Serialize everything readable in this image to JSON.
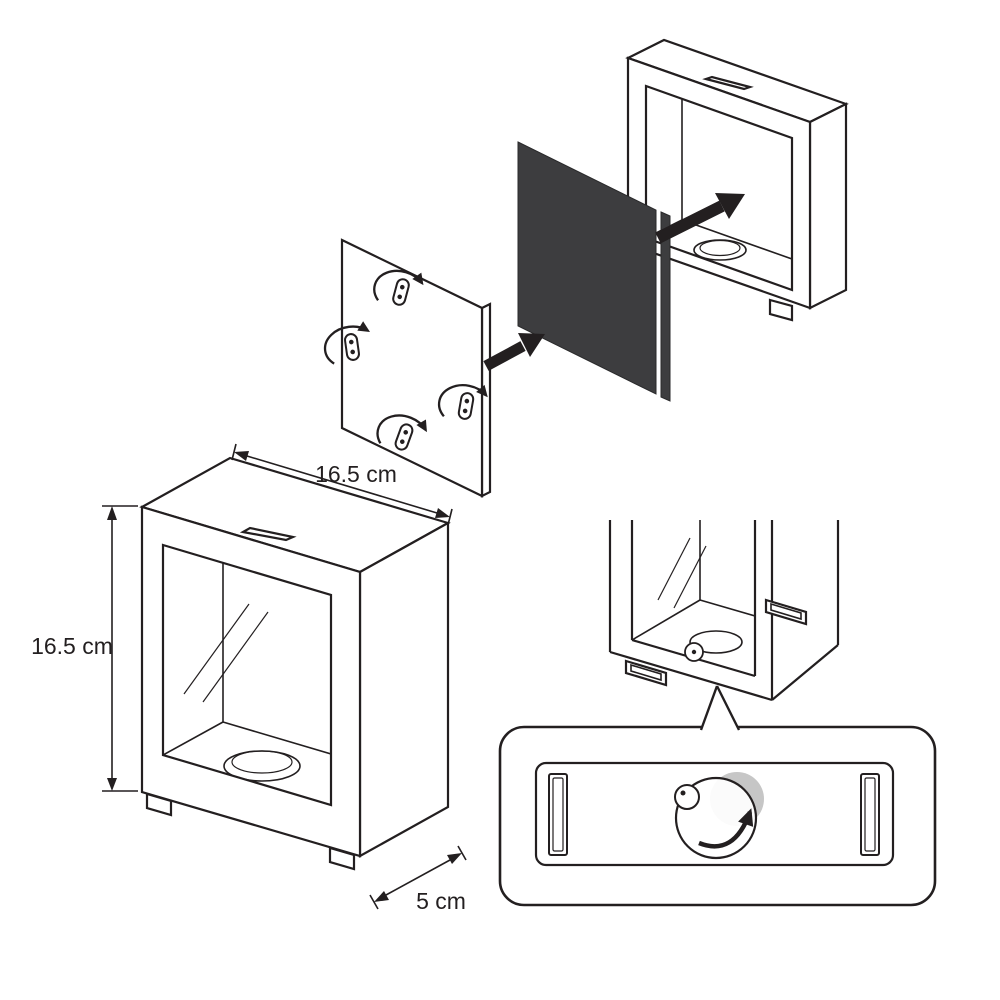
{
  "figure": {
    "background": "#ffffff",
    "line_color": "#231f20",
    "views": {
      "exploded_assembly": {
        "backing_panel_color": "#3d3d3f",
        "assembly_arrow": "solid-black-arrow",
        "clip_rotation_arrow": "curved-ellipse-arrow"
      },
      "dimensioned_view": {
        "width_label": "16.5 cm",
        "height_label": "16.5 cm",
        "depth_label": "5 cm"
      },
      "bottom_detail": {
        "highlight_color": "#c6c6c6",
        "rotation_arrow": "curved-black-arrow"
      }
    }
  }
}
